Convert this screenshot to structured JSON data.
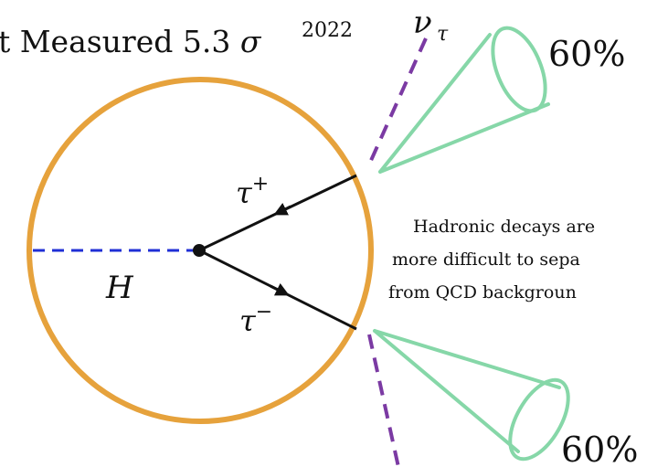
{
  "title": {
    "text": "t Measured 5.3 ",
    "sigma": "σ",
    "year": "2022"
  },
  "labels": {
    "nu": "ν",
    "nu_sub": "τ",
    "tau": "τ",
    "tau_plus_sup": "+",
    "tau_minus_sup": "−",
    "higgs": "H",
    "pct_top": "60%",
    "pct_bottom": "60%"
  },
  "note": {
    "line1": "Hadronic decays are",
    "line2": "more difficult to sepa",
    "line3": "from QCD backgroun"
  },
  "colors": {
    "circle": "#e6a23c",
    "cone": "#86d7a8",
    "neutrino_line": "#7b3aa3",
    "higgs_line": "#1f2fd6",
    "particle_line": "#111111"
  }
}
